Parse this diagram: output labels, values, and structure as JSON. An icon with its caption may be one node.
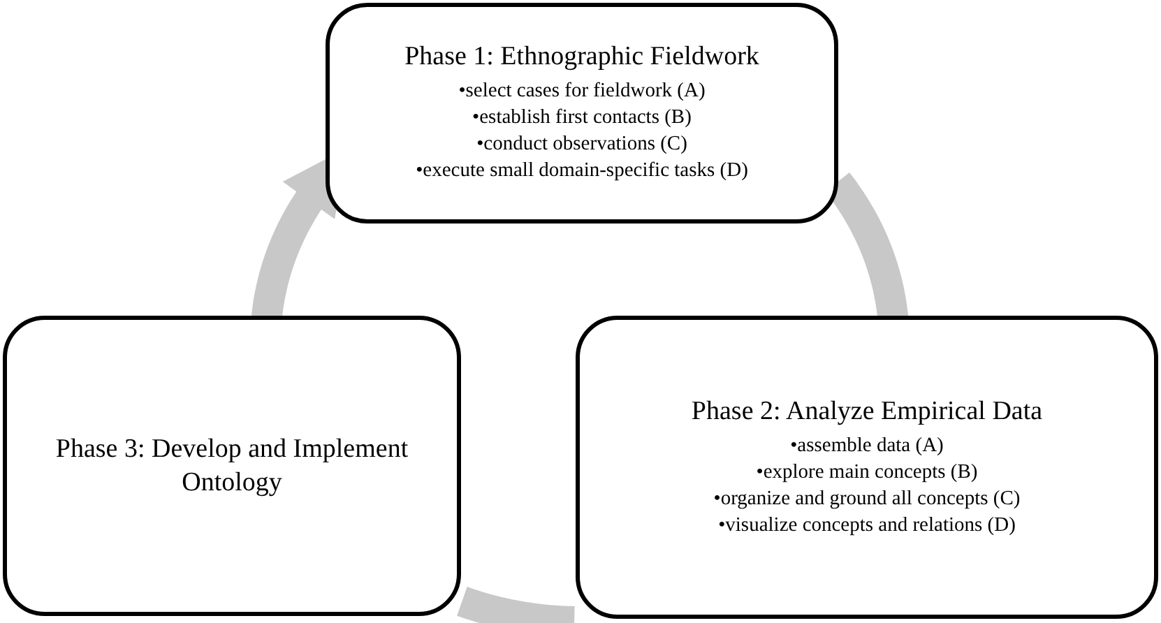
{
  "diagram": {
    "nodes": [
      {
        "text": [
          "Phase 1: Ethnographic Fieldwork",
          "•select cases for fieldwork (A)",
          "•establish first contacts (B)",
          "•conduct observations (C)",
          "•execute small domain-specific tasks (D)"
        ]
      },
      {
        "text": [
          "Phase 2: Analyze Empirical Data",
          "•assemble data (A)",
          "•explore main concepts (B)",
          "•organize and ground all concepts (C)",
          "•visualize concepts and relations (D)"
        ]
      },
      {
        "text": [
          "Phase 3: Develop and Implement Ontology"
        ]
      }
    ],
    "edges": [
      {
        "from": 0,
        "to": 1,
        "arrow": "none"
      },
      {
        "from": 1,
        "to": 2,
        "arrow": "none"
      },
      {
        "from": 2,
        "to": 0,
        "arrow": "to"
      }
    ]
  }
}
